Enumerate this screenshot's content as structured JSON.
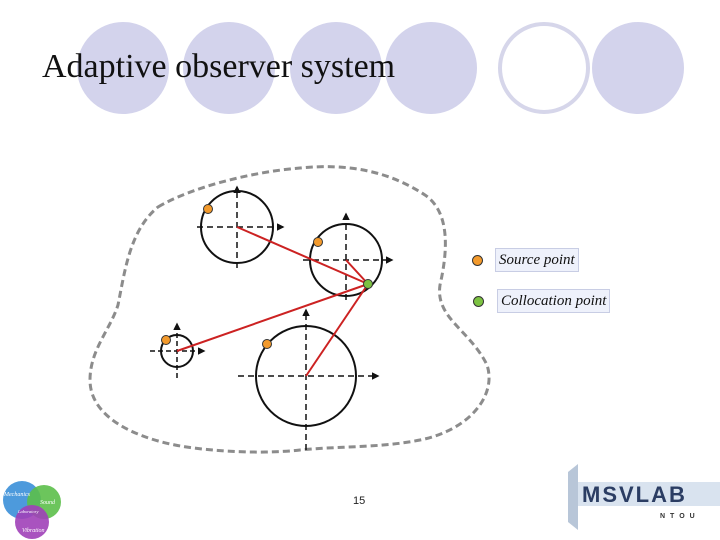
{
  "title": "Adaptive observer system",
  "legend": {
    "source_label": "Source point",
    "collocation_label": "Collocation point"
  },
  "colors": {
    "source_point": "#f39a2c",
    "collocation_point": "#7cc242",
    "connector": "#cc2222",
    "boundary": "#8c8c8c",
    "deco": "#d3d3ec"
  },
  "page_number": "15",
  "logo_right": {
    "main": "MSVLAB",
    "sub": "NTOU"
  },
  "logo_left": {
    "word1": "Mechanics",
    "word2": "Sound",
    "word3": "Vibration",
    "center": "Laboratory"
  }
}
